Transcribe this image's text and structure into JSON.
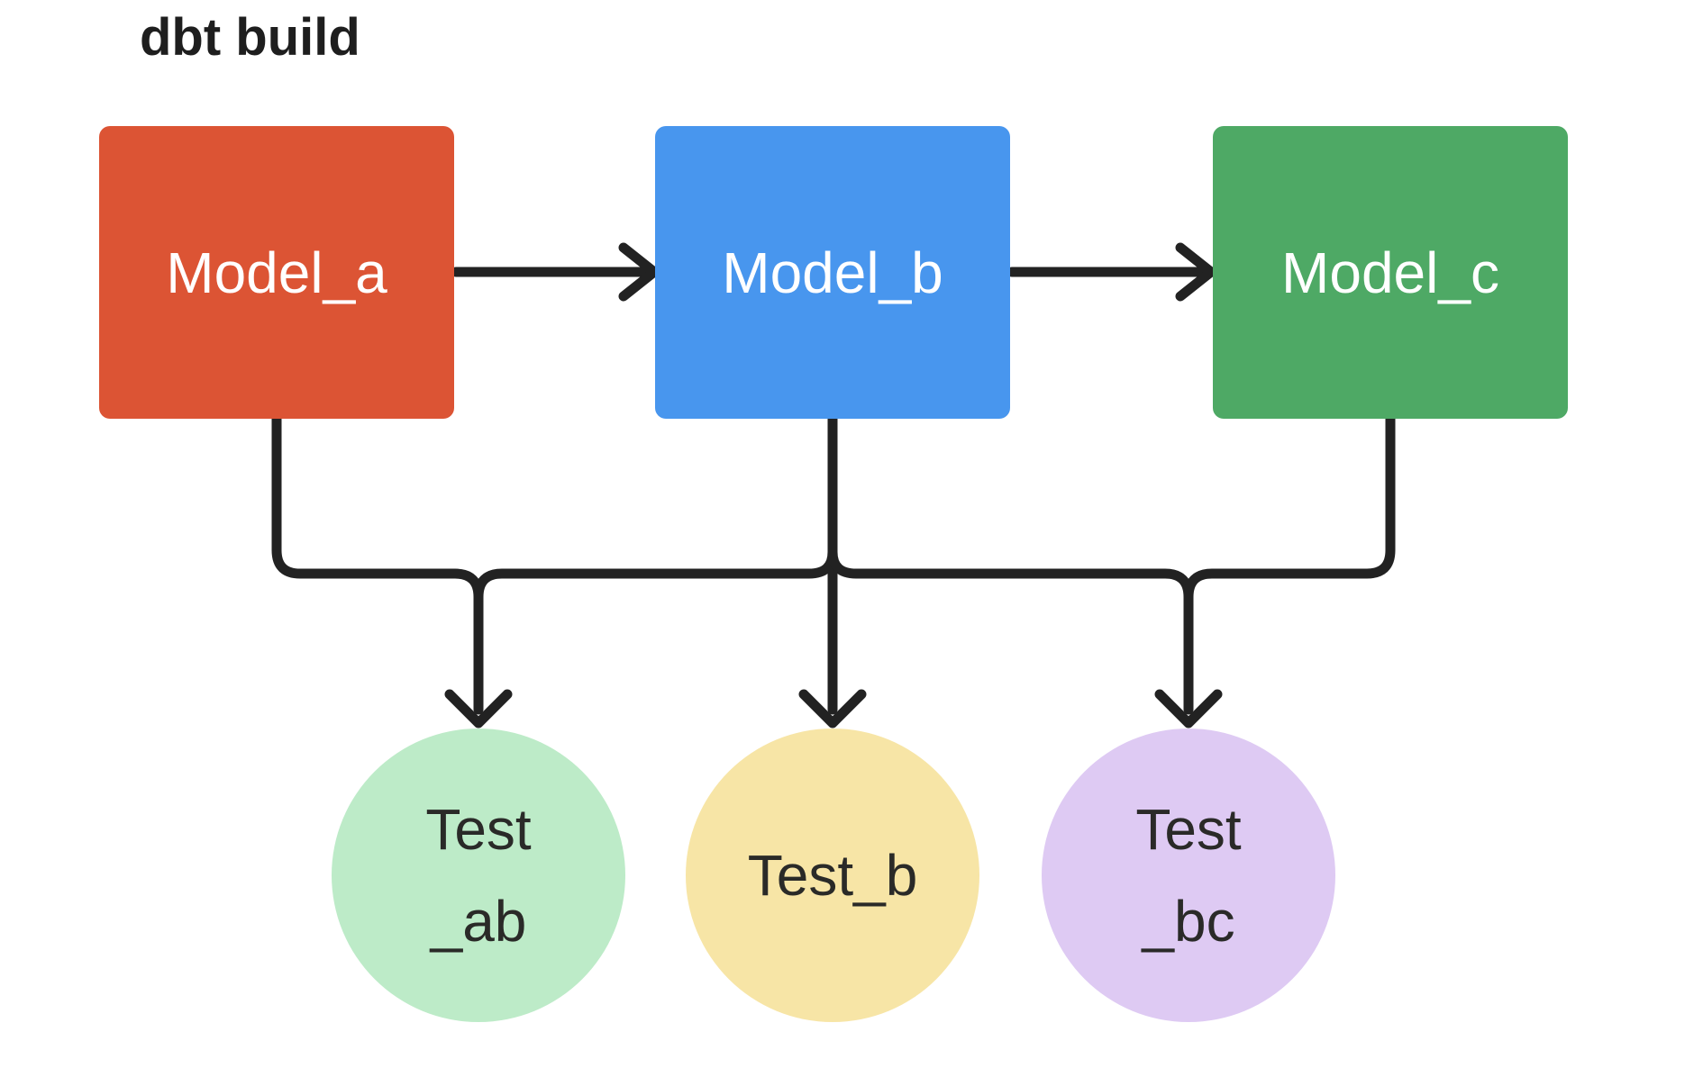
{
  "title": "dbt build",
  "colors": {
    "background": "#ffffff",
    "line": "#222222",
    "title_text": "#1e1e1e",
    "model_label_text": "#ffffff",
    "test_label_text": "#2a2a28",
    "model_a": "#dc5434",
    "model_b": "#4896ee",
    "model_c": "#4ea965",
    "test_ab": "#bdebc8",
    "test_b": "#f7e5a6",
    "test_bc": "#decaf3"
  },
  "models": [
    {
      "id": "model_a",
      "label": "Model_a"
    },
    {
      "id": "model_b",
      "label": "Model_b"
    },
    {
      "id": "model_c",
      "label": "Model_c"
    }
  ],
  "tests": [
    {
      "id": "test_ab",
      "lines": [
        "Test",
        "_ab"
      ]
    },
    {
      "id": "test_b",
      "lines": [
        "Test_b"
      ]
    },
    {
      "id": "test_bc",
      "lines": [
        "Test",
        "_bc"
      ]
    }
  ],
  "edges": [
    {
      "from": "Model_a",
      "to": "Model_b"
    },
    {
      "from": "Model_b",
      "to": "Model_c"
    },
    {
      "from": "Model_a",
      "to": "Test_ab"
    },
    {
      "from": "Model_b",
      "to": "Test_ab"
    },
    {
      "from": "Model_b",
      "to": "Test_b"
    },
    {
      "from": "Model_b",
      "to": "Test_bc"
    },
    {
      "from": "Model_c",
      "to": "Test_bc"
    }
  ]
}
